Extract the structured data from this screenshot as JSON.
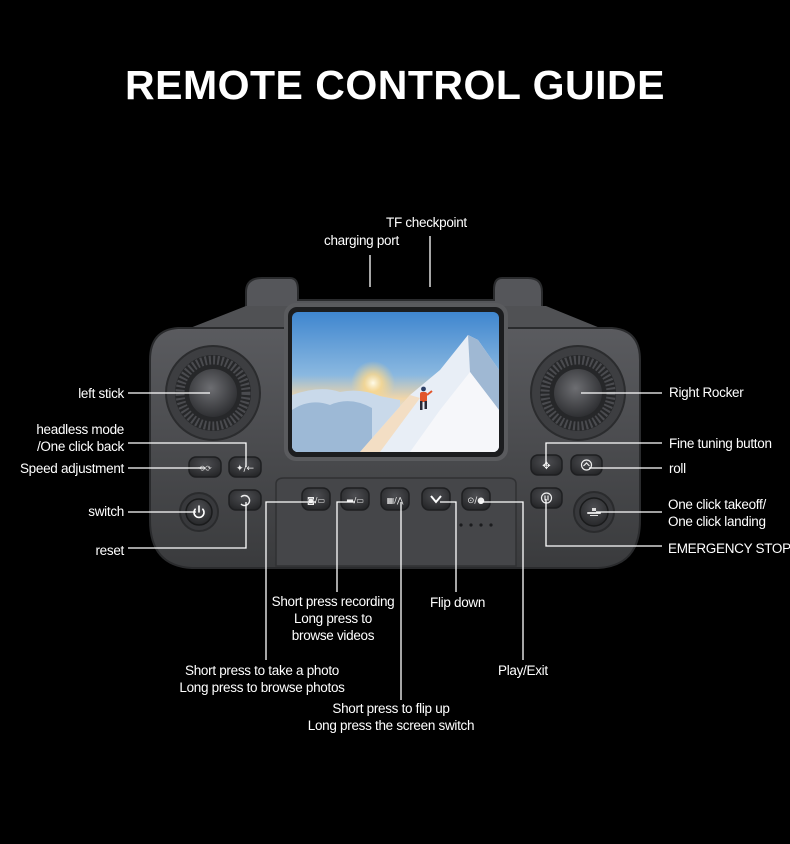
{
  "title": "REMOTE CONTROL GUIDE",
  "colors": {
    "background": "#000000",
    "text": "#ffffff",
    "leader_line": "#ffffff",
    "controller_body": "#4a4b4e",
    "controller_dark": "#2e2f31",
    "screen_bezel": "#1c1d1f"
  },
  "controller": {
    "screen_image": "mountain climber on snowy ridge at sunrise",
    "buttons": [
      {
        "id": "left-stick",
        "icon": "joystick"
      },
      {
        "id": "right-stick",
        "icon": "joystick"
      },
      {
        "id": "speed-adjustment",
        "icon": "speed-icon"
      },
      {
        "id": "headless-mode",
        "icon": "headless-return-icon"
      },
      {
        "id": "switch",
        "icon": "power-icon"
      },
      {
        "id": "reset",
        "icon": "rotate-icon"
      },
      {
        "id": "photo",
        "icon": "camera-photo-icon"
      },
      {
        "id": "record",
        "icon": "video-record-icon"
      },
      {
        "id": "flip-up",
        "icon": "flip-up-icon"
      },
      {
        "id": "flip-down",
        "icon": "chevron-down-icon"
      },
      {
        "id": "play-exit",
        "icon": "play-exit-icon"
      },
      {
        "id": "fine-tuning",
        "icon": "dpad-icon"
      },
      {
        "id": "roll",
        "icon": "roll-icon"
      },
      {
        "id": "emergency-stop",
        "icon": "pause-icon"
      },
      {
        "id": "takeoff-landing",
        "icon": "takeoff-landing-icon"
      }
    ]
  },
  "callouts": {
    "tf_checkpoint": "TF checkpoint",
    "charging_port": "charging port",
    "left_stick": "left stick",
    "headless_mode_line1": "headless mode",
    "headless_mode_line2": "/One click back",
    "speed_adjustment": "Speed adjustment",
    "switch": "switch",
    "reset": "reset",
    "right_rocker": "Right Rocker",
    "fine_tuning": "Fine tuning button",
    "roll": "roll",
    "takeoff_line1": "One click takeoff/",
    "takeoff_line2": "One click landing",
    "emergency_stop": "EMERGENCY STOP",
    "recording_line1": "Short press recording",
    "recording_line2": "Long press to",
    "recording_line3": "browse videos",
    "flip_down": "Flip down",
    "photo_line1": "Short press to take a photo",
    "photo_line2": "Long press to browse photos",
    "play_exit": "Play/Exit",
    "flip_up_line1": "Short press to flip up",
    "flip_up_line2": "Long press the screen switch"
  }
}
